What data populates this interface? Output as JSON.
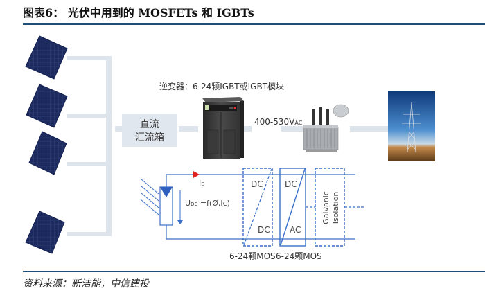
{
  "header": {
    "title": "图表6：  光伏中用到的 MOSFETs 和 IGBTs"
  },
  "diagram": {
    "combiner_box": {
      "line1": "直流",
      "line2": "汇流箱"
    },
    "inverter_label": "逆变器：6-24颗IGBT或IGBT模块",
    "voltage_label": "400-530V",
    "voltage_subscript": "AC",
    "current_label": "I",
    "current_subscript": "D",
    "voltage_eq_main": "U",
    "voltage_eq_sub": "DC",
    "voltage_eq_rest": " =f(Ø,Ic)",
    "dcdc_box": {
      "top": "DC",
      "bottom": "DC"
    },
    "dcac_box": {
      "top": "DC",
      "bottom": "AC"
    },
    "isolation_box": {
      "line1": "Galvanic",
      "line2": "Isolation"
    },
    "mos_label_1": "6-24颗MOS",
    "mos_label_2": "6-24颗MOS",
    "panel_count": 4,
    "colors": {
      "line_blue": "#3a6fc8",
      "panel_navy": "#1c2a5e",
      "connector_gray": "#dde4ec",
      "arrow_red": "#e02020",
      "rule_blue": "#1f4e79"
    }
  },
  "footer": {
    "source": "资料来源：新洁能，中信建投"
  }
}
